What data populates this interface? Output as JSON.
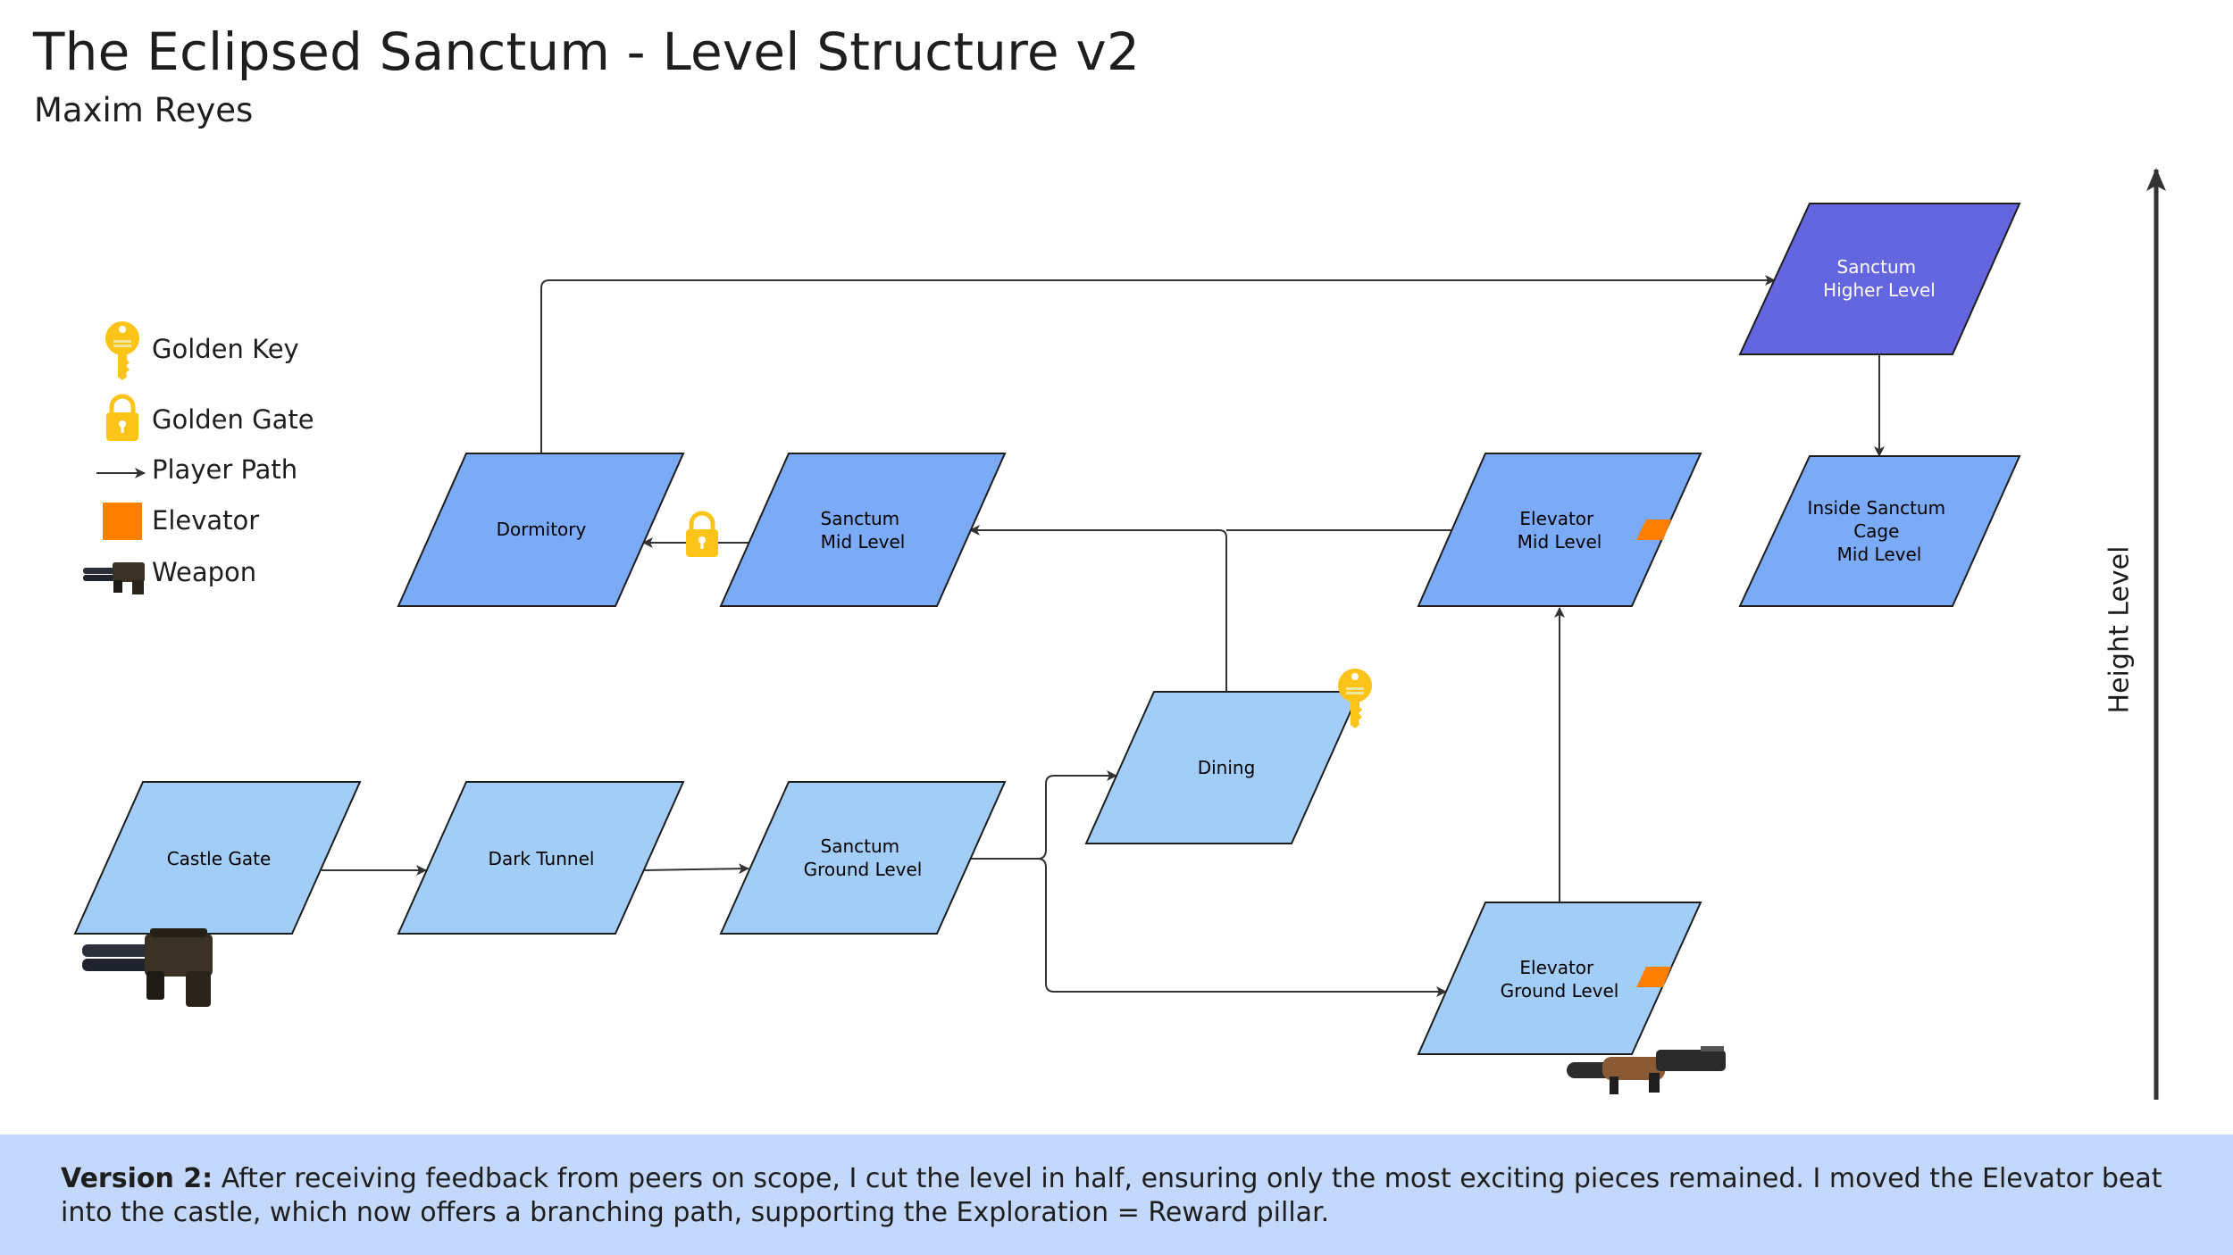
{
  "title": "The Eclipsed Sanctum - Level Structure v2",
  "author": "Maxim Reyes",
  "legend": {
    "golden_key": "Golden Key",
    "golden_gate": "Golden Gate",
    "player_path": "Player Path",
    "elevator": "Elevator",
    "weapon": "Weapon"
  },
  "axis_label": "Height Level",
  "nodes": {
    "castle_gate": [
      "Castle Gate"
    ],
    "dark_tunnel": [
      "Dark Tunnel"
    ],
    "sanctum_ground": [
      "Sanctum",
      "Ground Level"
    ],
    "dining": [
      "Dining"
    ],
    "elevator_ground": [
      "Elevator",
      "Ground Level"
    ],
    "elevator_mid": [
      "Elevator",
      "Mid Level"
    ],
    "sanctum_mid": [
      "Sanctum",
      "Mid Level"
    ],
    "dormitory": [
      "Dormitory"
    ],
    "sanctum_higher": [
      "Sanctum",
      "Higher Level"
    ],
    "inside_cage": [
      "Inside Sanctum",
      "Cage",
      "Mid Level"
    ]
  },
  "colors": {
    "ground": "#a2cdf6",
    "mid": "#7baaf6",
    "higher": "#6366de",
    "elevator": "#ff8000",
    "gold": "#fcc419",
    "footer_bg": "#c3d8fb"
  },
  "footer": {
    "label": "Version 2:",
    "text": " After receiving feedback from peers on scope, I cut the level in half, ensuring only the most exciting pieces remained. I moved the Elevator beat into the castle, which now offers a branching path, supporting the Exploration = Reward pillar."
  }
}
